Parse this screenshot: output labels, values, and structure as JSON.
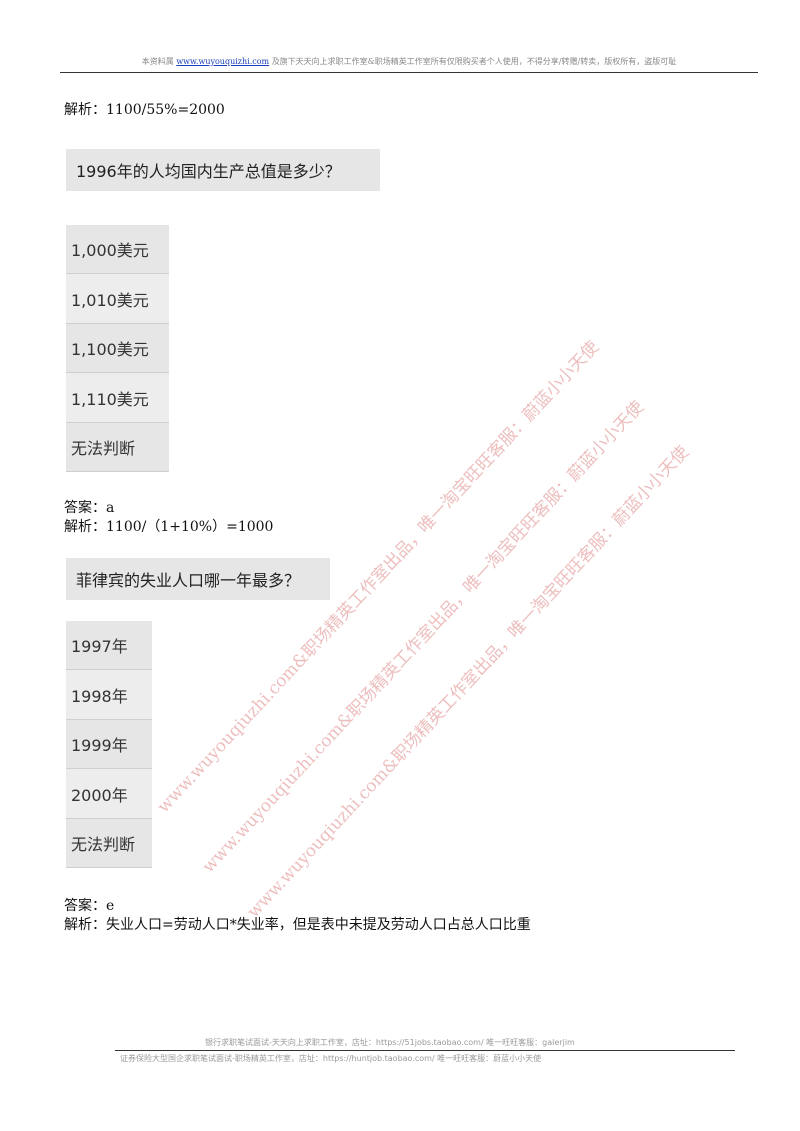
{
  "header": {
    "prefix": "本资料属",
    "link": "www.wuyouquizhi.com",
    "suffix": "及旗下天天向上求职工作室&职场精英工作室所有仅限购买者个人使用，不得分享/转赠/转卖，版权所有，盗版可耻"
  },
  "blocks": {
    "analysis_top": "解析：1100/55%=2000",
    "q1": {
      "question": "1996年的人均国内生产总值是多少？",
      "options": [
        "1,000美元",
        "1,010美元",
        "1,100美元",
        "1,110美元",
        "无法判断"
      ],
      "answer": "答案：a",
      "analysis": "解析：1100/（1+10%）=1000"
    },
    "q2": {
      "question": "菲律宾的失业人口哪一年最多？",
      "options": [
        "1997年",
        "1998年",
        "1999年",
        "2000年",
        "无法判断"
      ],
      "answer": "答案：e",
      "analysis": "解析：失业人口=劳动人口*失业率，但是表中未提及劳动人口占总人口比重"
    }
  },
  "watermarks": [
    "www.wuyouqiuzhi.com&职场精英工作室出品，唯一淘宝旺旺客服：蔚蓝小小天使",
    "www.wuyouqiuzhi.com&职场精英工作室出品，唯一淘宝旺旺客服：蔚蓝小小天使",
    "www.wuyouqiuzhi.com&职场精英工作室出品，唯一淘宝旺旺客服：蔚蓝小小天使"
  ],
  "footer": {
    "line1": "银行求职笔试面试-天天向上求职工作室，店址：https://51jobs.taobao.com/  唯一旺旺客服：galerjim",
    "line2": "证券保险大型国企求职笔试面试-职场精英工作室，店址：https://huntjob.taobao.com/  唯一旺旺客服：蔚蓝小小天使"
  }
}
